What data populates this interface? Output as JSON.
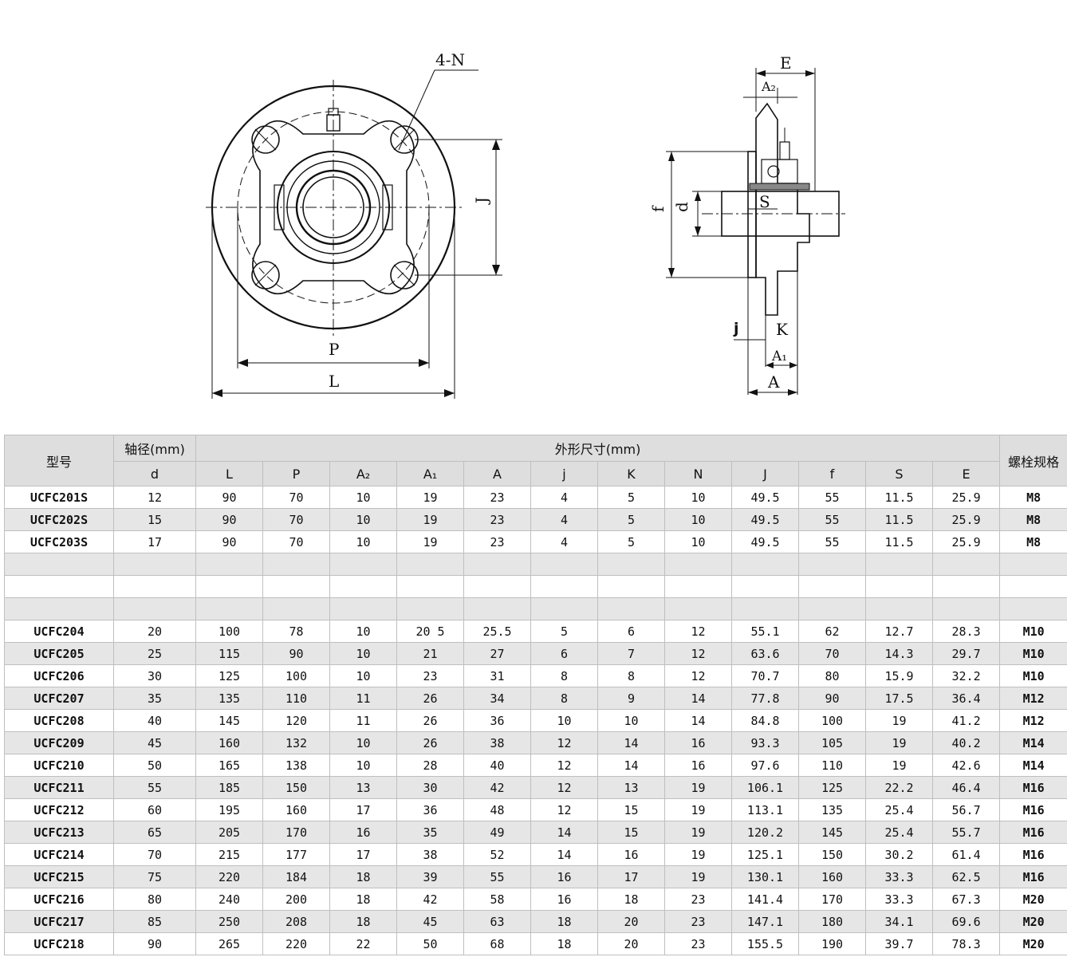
{
  "drawing": {
    "labels": {
      "holes": "4-N",
      "pitch": "P",
      "length": "L",
      "bolt_spacing": "J",
      "width_e": "E",
      "a2": "A₂",
      "s": "S",
      "f": "f",
      "d": "d",
      "j": "j",
      "k": "K",
      "a1": "A₁",
      "a": "A"
    }
  },
  "table": {
    "header": {
      "model": "型号",
      "shaft": "轴径(mm)",
      "dimensions": "外形尺寸(mm)",
      "bolt": "螺栓规格",
      "cols": [
        "d",
        "L",
        "P",
        "A₂",
        "A₁",
        "A",
        "j",
        "K",
        "N",
        "J",
        "f",
        "S",
        "E"
      ]
    },
    "rows": [
      [
        "UCFC201S",
        "12",
        "90",
        "70",
        "10",
        "19",
        "23",
        "4",
        "5",
        "10",
        "49.5",
        "55",
        "11.5",
        "25.9",
        "M8"
      ],
      [
        "UCFC202S",
        "15",
        "90",
        "70",
        "10",
        "19",
        "23",
        "4",
        "5",
        "10",
        "49.5",
        "55",
        "11.5",
        "25.9",
        "M8"
      ],
      [
        "UCFC203S",
        "17",
        "90",
        "70",
        "10",
        "19",
        "23",
        "4",
        "5",
        "10",
        "49.5",
        "55",
        "11.5",
        "25.9",
        "M8"
      ],
      [
        "",
        "",
        "",
        "",
        "",
        "",
        "",
        "",
        "",
        "",
        "",
        "",
        "",
        "",
        ""
      ],
      [
        "",
        "",
        "",
        "",
        "",
        "",
        "",
        "",
        "",
        "",
        "",
        "",
        "",
        "",
        ""
      ],
      [
        "",
        "",
        "",
        "",
        "",
        "",
        "",
        "",
        "",
        "",
        "",
        "",
        "",
        "",
        ""
      ],
      [
        "UCFC204",
        "20",
        "100",
        "78",
        "10",
        "20 5",
        "25.5",
        "5",
        "6",
        "12",
        "55.1",
        "62",
        "12.7",
        "28.3",
        "M10"
      ],
      [
        "UCFC205",
        "25",
        "115",
        "90",
        "10",
        "21",
        "27",
        "6",
        "7",
        "12",
        "63.6",
        "70",
        "14.3",
        "29.7",
        "M10"
      ],
      [
        "UCFC206",
        "30",
        "125",
        "100",
        "10",
        "23",
        "31",
        "8",
        "8",
        "12",
        "70.7",
        "80",
        "15.9",
        "32.2",
        "M10"
      ],
      [
        "UCFC207",
        "35",
        "135",
        "110",
        "11",
        "26",
        "34",
        "8",
        "9",
        "14",
        "77.8",
        "90",
        "17.5",
        "36.4",
        "M12"
      ],
      [
        "UCFC208",
        "40",
        "145",
        "120",
        "11",
        "26",
        "36",
        "10",
        "10",
        "14",
        "84.8",
        "100",
        "19",
        "41.2",
        "M12"
      ],
      [
        "UCFC209",
        "45",
        "160",
        "132",
        "10",
        "26",
        "38",
        "12",
        "14",
        "16",
        "93.3",
        "105",
        "19",
        "40.2",
        "M14"
      ],
      [
        "UCFC210",
        "50",
        "165",
        "138",
        "10",
        "28",
        "40",
        "12",
        "14",
        "16",
        "97.6",
        "110",
        "19",
        "42.6",
        "M14"
      ],
      [
        "UCFC211",
        "55",
        "185",
        "150",
        "13",
        "30",
        "42",
        "12",
        "13",
        "19",
        "106.1",
        "125",
        "22.2",
        "46.4",
        "M16"
      ],
      [
        "UCFC212",
        "60",
        "195",
        "160",
        "17",
        "36",
        "48",
        "12",
        "15",
        "19",
        "113.1",
        "135",
        "25.4",
        "56.7",
        "M16"
      ],
      [
        "UCFC213",
        "65",
        "205",
        "170",
        "16",
        "35",
        "49",
        "14",
        "15",
        "19",
        "120.2",
        "145",
        "25.4",
        "55.7",
        "M16"
      ],
      [
        "UCFC214",
        "70",
        "215",
        "177",
        "17",
        "38",
        "52",
        "14",
        "16",
        "19",
        "125.1",
        "150",
        "30.2",
        "61.4",
        "M16"
      ],
      [
        "UCFC215",
        "75",
        "220",
        "184",
        "18",
        "39",
        "55",
        "16",
        "17",
        "19",
        "130.1",
        "160",
        "33.3",
        "62.5",
        "M16"
      ],
      [
        "UCFC216",
        "80",
        "240",
        "200",
        "18",
        "42",
        "58",
        "16",
        "18",
        "23",
        "141.4",
        "170",
        "33.3",
        "67.3",
        "M20"
      ],
      [
        "UCFC217",
        "85",
        "250",
        "208",
        "18",
        "45",
        "63",
        "18",
        "20",
        "23",
        "147.1",
        "180",
        "34.1",
        "69.6",
        "M20"
      ],
      [
        "UCFC218",
        "90",
        "265",
        "220",
        "22",
        "50",
        "68",
        "18",
        "20",
        "23",
        "155.5",
        "190",
        "39.7",
        "78.3",
        "M20"
      ]
    ]
  }
}
